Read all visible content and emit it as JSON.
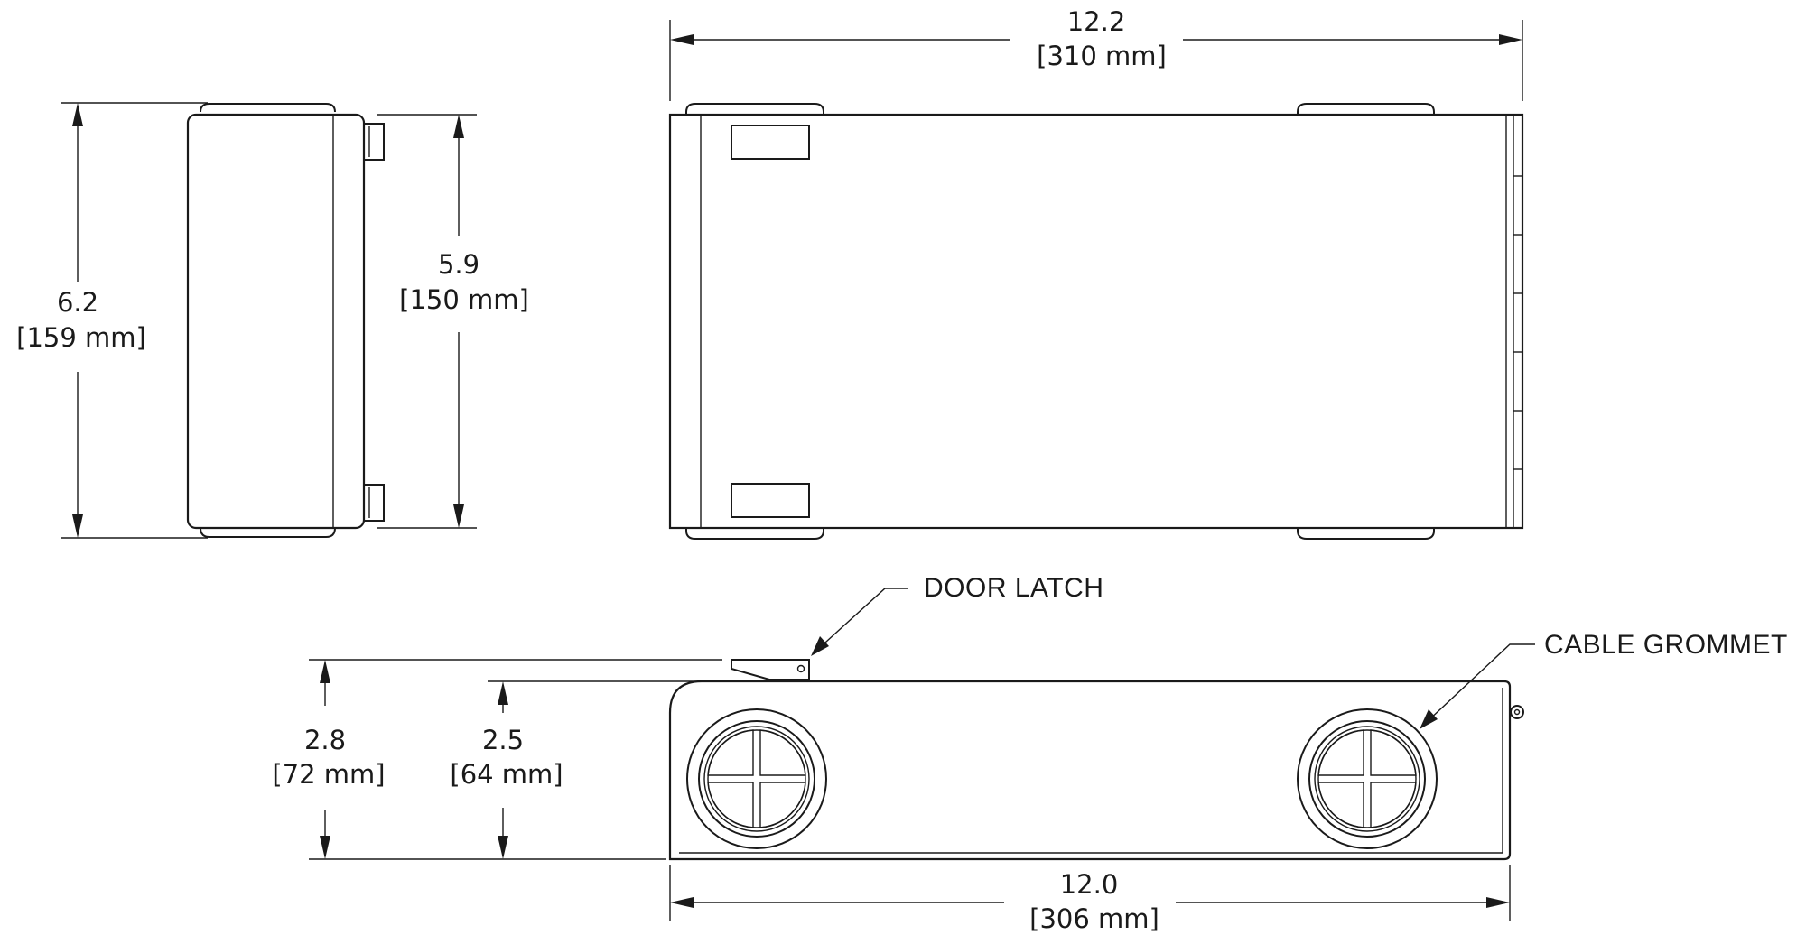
{
  "dimensions": {
    "top_width": {
      "value": "12.2",
      "metric": "[310 mm]"
    },
    "side_overall_height": {
      "value": "6.2",
      "metric": "[159 mm]"
    },
    "side_body_height": {
      "value": "5.9",
      "metric": "[150 mm]"
    },
    "front_overall_height": {
      "value": "2.8",
      "metric": "[72 mm]"
    },
    "front_body_height": {
      "value": "2.5",
      "metric": "[64 mm]"
    },
    "front_width": {
      "value": "12.0",
      "metric": "[306 mm]"
    }
  },
  "callouts": {
    "door_latch": "DOOR LATCH",
    "cable_grommet": "CABLE GROMMET"
  }
}
